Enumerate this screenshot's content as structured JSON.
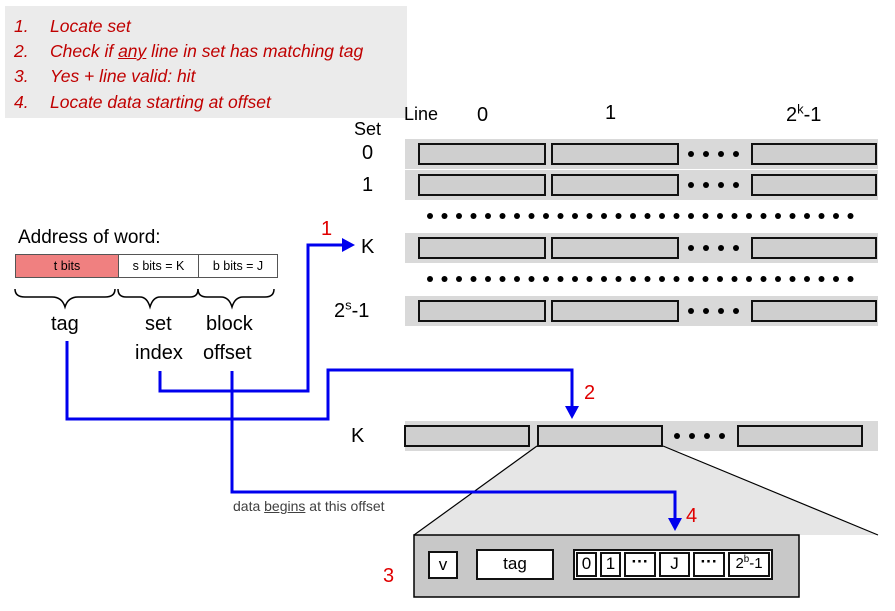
{
  "steps": [
    {
      "num": "1.",
      "text": "Locate set"
    },
    {
      "num": "2.",
      "pre": "Check if ",
      "emph": "any",
      "post": " line in set has matching tag"
    },
    {
      "num": "3.",
      "text": "Yes + line valid: hit"
    },
    {
      "num": "4.",
      "text": "Locate data starting at offset"
    }
  ],
  "address": {
    "title": "Address of word:",
    "fields": [
      "t bits",
      "s bits = K",
      "b bits = J"
    ],
    "labels": {
      "tag": "tag",
      "set": "set",
      "index": "index",
      "block": "block",
      "offset": "offset"
    }
  },
  "cache": {
    "line_header": "Line",
    "set_header": "Set",
    "line_cols": [
      "0",
      "1"
    ],
    "last_line": {
      "base": "2",
      "sup": "k",
      "suffix": "-1"
    },
    "set_labels": [
      "0",
      "1",
      "K"
    ],
    "last_set": {
      "base": "2",
      "sup": "s",
      "suffix": "-1"
    }
  },
  "selected_set_label": "K",
  "step_markers": [
    "1",
    "2",
    "3",
    "4"
  ],
  "offset_caption": {
    "pre": "data ",
    "emph": "begins",
    "post": " at this offset"
  },
  "line_detail": {
    "valid": "v",
    "tag": "tag",
    "bytes": [
      "0",
      "1",
      "J"
    ],
    "last_byte": {
      "base": "2",
      "sup": "b",
      "suffix": "-1"
    }
  },
  "colors": {
    "arrow": "#0000ee",
    "step_text": "#c00000",
    "tag_field": "#f08080",
    "band": "#d9d9d9"
  }
}
